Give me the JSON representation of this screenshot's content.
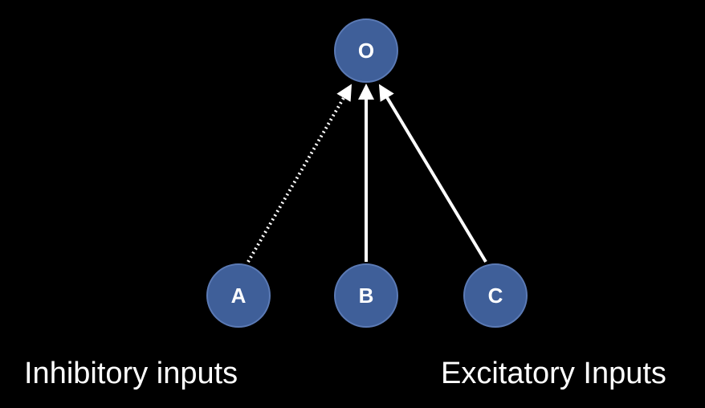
{
  "colors": {
    "background": "#000000",
    "node_fill": "#3f5f99",
    "node_stroke": "#5b7ab5",
    "edge": "#ffffff",
    "text": "#ffffff"
  },
  "nodes": {
    "output": {
      "label": "O"
    },
    "a": {
      "label": "A"
    },
    "b": {
      "label": "B"
    },
    "c": {
      "label": "C"
    }
  },
  "edges": [
    {
      "from": "A",
      "to": "O",
      "style": "dotted"
    },
    {
      "from": "B",
      "to": "O",
      "style": "solid"
    },
    {
      "from": "C",
      "to": "O",
      "style": "solid"
    }
  ],
  "captions": {
    "left": "Inhibitory inputs",
    "right": "Excitatory Inputs"
  }
}
